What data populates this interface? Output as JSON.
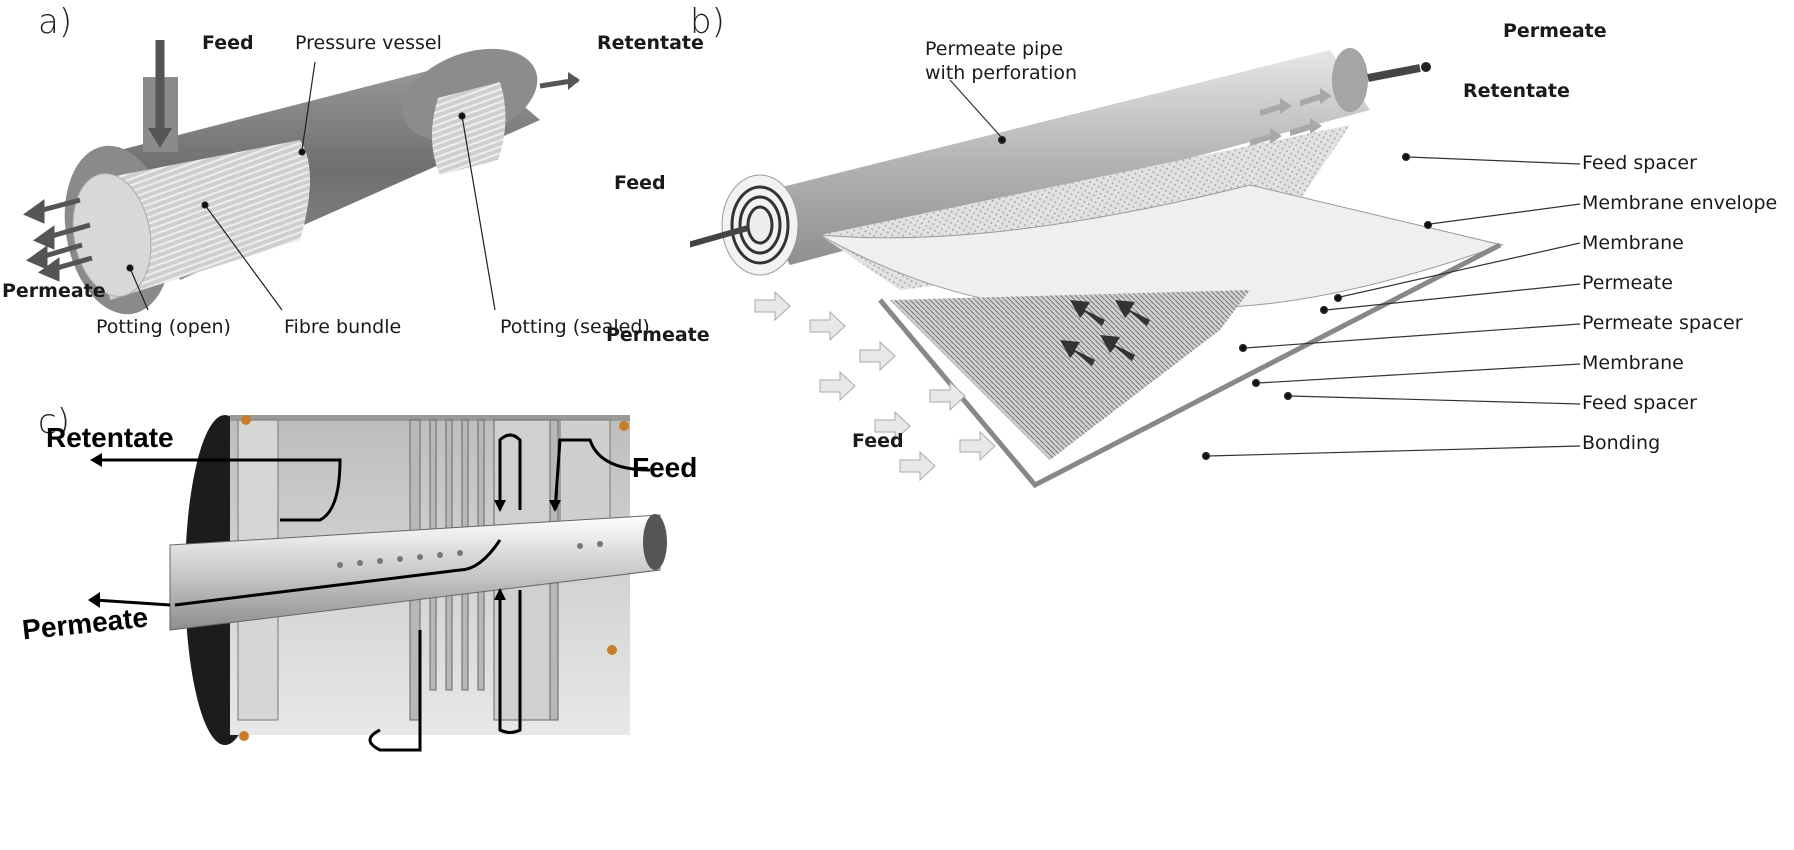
{
  "figure": {
    "panels": [
      {
        "id": "a",
        "label": "a)",
        "labels": {
          "feed": "Feed",
          "pressure_vessel": "Pressure vessel",
          "retentate": "Retentate",
          "permeate": "Permeate",
          "potting_open": "Potting (open)",
          "fibre_bundle": "Fibre bundle",
          "potting_sealed": "Potting (sealed)"
        }
      },
      {
        "id": "b",
        "label": "b)",
        "labels": {
          "permeate_pipe": [
            "Permeate pipe",
            "with perforation"
          ],
          "permeate_top": "Permeate",
          "retentate": "Retentate",
          "feed_left": "Feed",
          "permeate_left": "Permeate",
          "feed_bottom": "Feed",
          "layers": [
            "Feed spacer",
            "Membrane envelope",
            "Membrane",
            "Permeate",
            "Permeate spacer",
            "Membrane",
            "Feed spacer",
            "Bonding"
          ]
        }
      },
      {
        "id": "c",
        "label": "c)",
        "labels": {
          "retentate": "Retentate",
          "feed": "Feed",
          "permeate": "Permeate"
        }
      }
    ],
    "colors": {
      "vessel_gray": "#7d7d7d",
      "fibre_light": "#d4d4d4",
      "leader_line": "#333333",
      "o_ring": "#c87d2a",
      "seal_red": "#d03030"
    }
  }
}
